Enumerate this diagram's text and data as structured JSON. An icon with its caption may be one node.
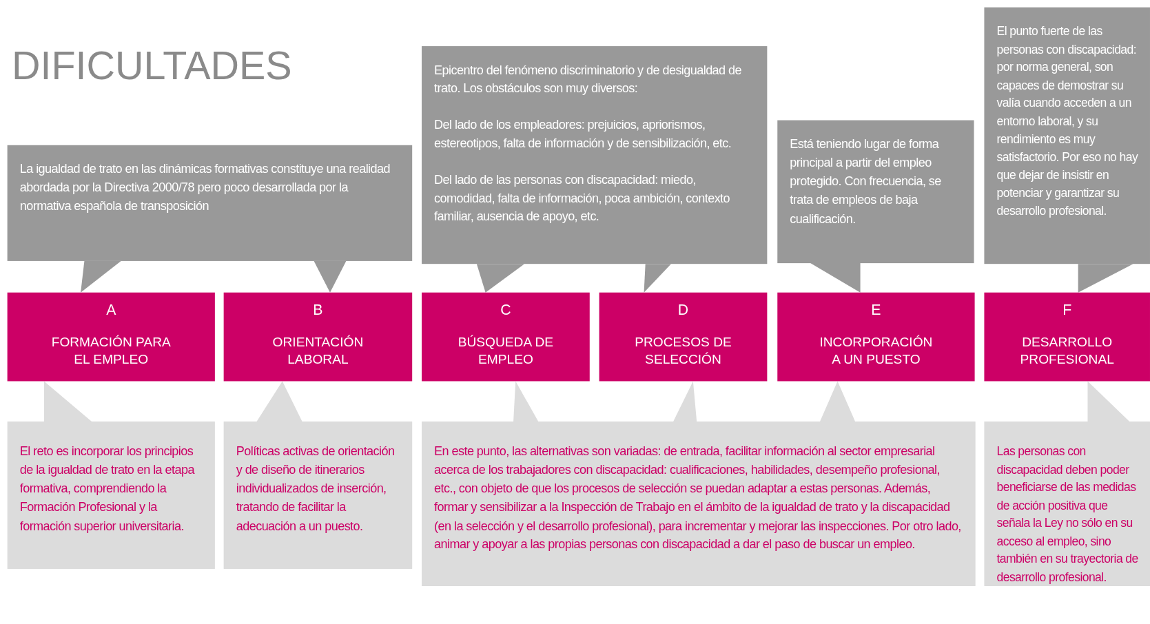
{
  "diagram": {
    "title": "DIFICULTADES",
    "nodes": [
      {
        "text": [
          "La igualdad de trato en las dinámicas  formativas  constituye una realidad abordada por la Directiva 2000/78 pero poco desarrollada por la normativa española de transposición"
        ]
      },
      {
        "text": [
          "Epicentro del fenómeno discriminatorio y de desigualdad de trato. Los obstáculos son muy diversos:",
          "Del lado de los empleadores: prejuicios, apriorismos, estereotipos, falta de información y de sensibilización, etc.",
          "Del lado de las personas con discapacidad: miedo, comodidad, falta de información, poca ambición, contexto familiar, ausencia de apoyo, etc."
        ]
      },
      {
        "text": [
          "Está teniendo lugar de forma principal a partir del empleo protegido. Con frecuencia, se trata de empleos de baja cualificación."
        ]
      },
      {
        "text": [
          "El punto fuerte de las personas con discapacidad: por norma general, son capaces de demostrar su valía cuando acceden a un entorno laboral, y su rendimiento es muy satisfactorio. Por eso no hay que dejar de insistir en potenciar y garantizar su desarrollo profesional."
        ]
      },
      {
        "text": [
          "A",
          "FORMACIÓN PARA EL EMPLEO"
        ]
      },
      {
        "text": [
          "B",
          "ORIENTACIÓN LABORAL"
        ]
      },
      {
        "text": [
          "C",
          "BÚSQUEDA DE EMPLEO"
        ]
      },
      {
        "text": [
          "D",
          "PROCESOS DE SELECCIÓN"
        ]
      },
      {
        "text": [
          "E",
          "INCORPORACIÓN A UN PUESTO"
        ]
      },
      {
        "text": [
          "F",
          "DESARROLLO PROFESIONAL"
        ]
      },
      {
        "text": [
          "El reto es incorporar los principios de la igualdad de trato en la etapa formativa, comprendiendo la Formación Profesional y la formación superior universitaria."
        ]
      },
      {
        "text": [
          "Políticas activas de orientación y de diseño de itinerarios individualizados de inserción, tratando de facilitar la adecuación a un puesto."
        ]
      },
      {
        "text": [
          "En este punto, las alternativas son variadas: de entrada, facilitar información al sector empresarial acerca de los trabajadores con discapacidad: cualificaciones, habilidades, desempeño profesional, etc., con objeto de que los procesos de selección se puedan adaptar a estas personas. Además, formar y sensibilizar a la Inspección de Trabajo en el ámbito de la igualdad de trato y la discapacidad (en la selección y el desarrollo profesional), para incrementar y mejorar las inspecciones. Por otro lado, animar y apoyar a las propias personas con discapacidad a dar el paso de buscar un empleo."
        ]
      },
      {
        "text": [
          "Las personas con discapacidad deben poder beneficiarse de las medidas de acción positiva que señala la Ley no sólo en su acceso al empleo, sino también en su trayectoria de desarrollo profesional."
        ]
      }
    ],
    "edges": [
      {
        "from": 0,
        "to": 4,
        "arrow": "to"
      },
      {
        "from": 0,
        "to": 5,
        "arrow": "to"
      },
      {
        "from": 1,
        "to": 6,
        "arrow": "to"
      },
      {
        "from": 1,
        "to": 7,
        "arrow": "to"
      },
      {
        "from": 2,
        "to": 8,
        "arrow": "to"
      },
      {
        "from": 3,
        "to": 9,
        "arrow": "to"
      },
      {
        "from": 10,
        "to": 4,
        "arrow": "to"
      },
      {
        "from": 11,
        "to": 5,
        "arrow": "to"
      },
      {
        "from": 12,
        "to": 6,
        "arrow": "to"
      },
      {
        "from": 12,
        "to": 7,
        "arrow": "to"
      },
      {
        "from": 12,
        "to": 8,
        "arrow": "to"
      },
      {
        "from": 13,
        "to": 9,
        "arrow": "to"
      }
    ]
  }
}
